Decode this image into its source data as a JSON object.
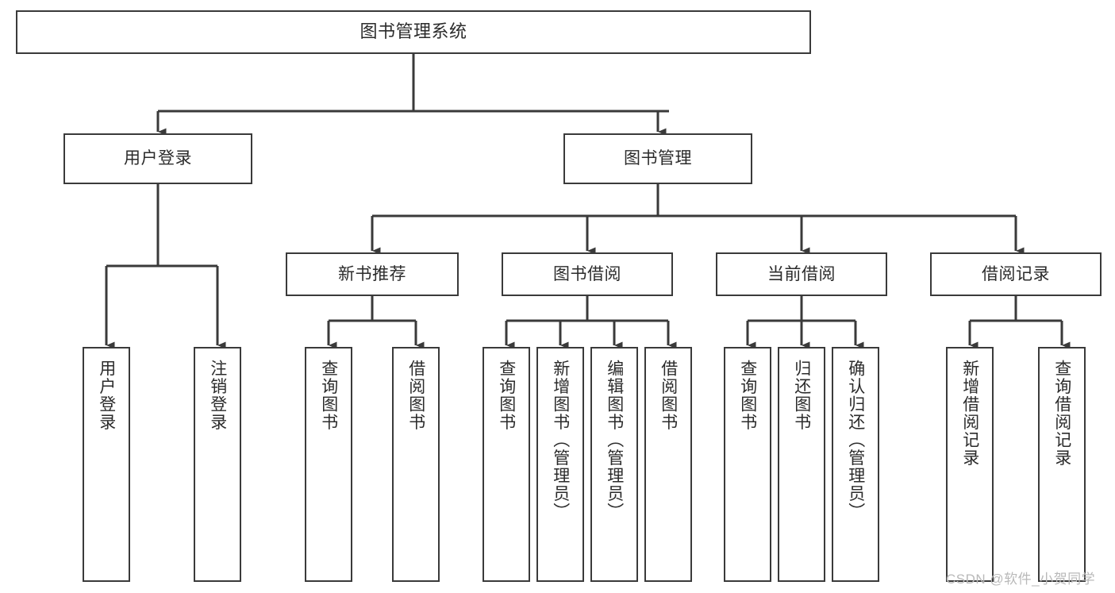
{
  "diagram": {
    "title": "图书管理系统",
    "watermark": "CSDN @软件_小贺同学",
    "stroke_color": "#3a3a3a",
    "background_color": "#ffffff",
    "text_color": "#2b2b2b",
    "root": {
      "label": "图书管理系统"
    },
    "level1": [
      {
        "label": "用户登录"
      },
      {
        "label": "图书管理"
      }
    ],
    "level2": [
      {
        "label": "新书推荐"
      },
      {
        "label": "图书借阅"
      },
      {
        "label": "当前借阅"
      },
      {
        "label": "借阅记录"
      }
    ],
    "leaves": {
      "user_login": [
        {
          "label": "用户登录"
        },
        {
          "label": "注销登录"
        }
      ],
      "new_book_recommend": [
        {
          "label": "查询图书"
        },
        {
          "label": "借阅图书"
        }
      ],
      "book_borrow": [
        {
          "label": "查询图书"
        },
        {
          "label": "新增图书（管理员）"
        },
        {
          "label": "编辑图书（管理员）"
        },
        {
          "label": "借阅图书"
        }
      ],
      "current_borrow": [
        {
          "label": "查询图书"
        },
        {
          "label": "归还图书"
        },
        {
          "label": "确认归还（管理员）"
        }
      ],
      "borrow_record": [
        {
          "label": "新增借阅记录"
        },
        {
          "label": "查询借阅记录"
        }
      ]
    }
  }
}
